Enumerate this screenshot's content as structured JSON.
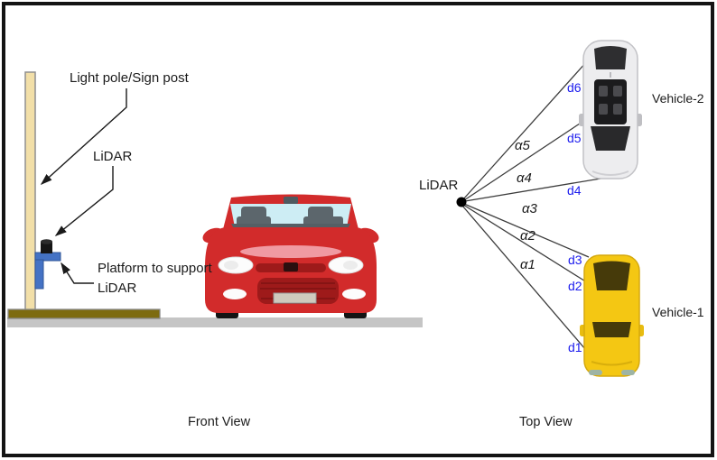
{
  "front_view": {
    "caption": "Front View",
    "pole_label": "Light pole/Sign post",
    "lidar_label": "LiDAR",
    "platform_label_line1": "Platform to support",
    "platform_label_line2": "LiDAR"
  },
  "top_view": {
    "caption": "Top View",
    "lidar_label": "LiDAR",
    "vehicle1_label": "Vehicle-1",
    "vehicle2_label": "Vehicle-2",
    "angle_labels": [
      "α1",
      "α2",
      "α3",
      "α4",
      "α5"
    ],
    "distance_labels": [
      "d1",
      "d2",
      "d3",
      "d4",
      "d5",
      "d6"
    ]
  },
  "colors": {
    "distance_label_blue": "#1C1CEE",
    "angle_label_black": "#1b1b1b",
    "pole_tan": "#F2DFA8",
    "platform_blue": "#4472C4",
    "ground_olive": "#7D6B10",
    "road_gray": "#C5C5C5",
    "front_car_red": "#D22B2B",
    "vehicle1_yellow": "#F4C713",
    "vehicle2_silver": "#EDEDEF",
    "frame_black": "#141414"
  },
  "icons": {
    "lidar_dot": "lidar-sensor-dot",
    "lidar_cylinder": "lidar-sensor-device"
  }
}
